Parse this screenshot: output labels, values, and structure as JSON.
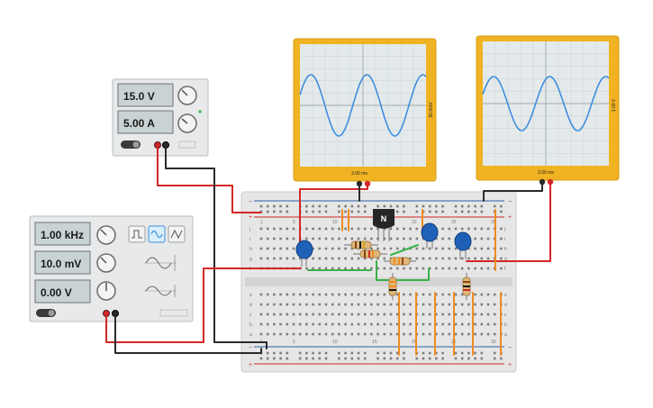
{
  "power_supply": {
    "voltage_display": "15.0 V",
    "current_display": "5.00 A"
  },
  "function_generator": {
    "frequency_display": "1.00 kHz",
    "amplitude_display": "10.0 mV",
    "offset_display": "0.00 V"
  },
  "oscilloscope_left": {
    "y_scale_label": "20.0mV",
    "x_scale_label": "2.00 ms"
  },
  "oscilloscope_right": {
    "y_scale_label": "1.00 V",
    "x_scale_label": "2.00 ms"
  },
  "transistor": {
    "label": "N"
  },
  "breadboard": {
    "rows_top": [
      "j",
      "i",
      "h",
      "g",
      "f"
    ],
    "rows_bottom": [
      "e",
      "d",
      "c",
      "b",
      "a"
    ],
    "column_numbers": [
      "1",
      "5",
      "10",
      "15",
      "20",
      "25",
      "30"
    ]
  },
  "colors": {
    "scope_frame": "#f0b323",
    "trace": "#3d8ede",
    "wire_red": "#d32727",
    "wire_black": "#2a2a2a",
    "wire_orange": "#f08c1e",
    "wire_green": "#38b24a",
    "capacitor": "#2061b8",
    "panel_bg": "#e8e9ea",
    "lcd_bg": "#c9d3d4"
  }
}
